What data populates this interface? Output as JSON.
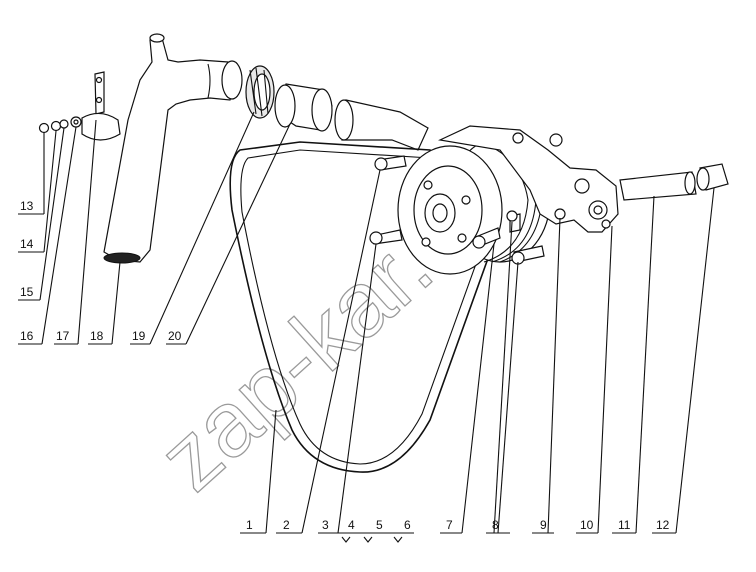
{
  "watermark": "zap-kar.ru",
  "callouts": [
    {
      "id": "13",
      "text": "13"
    },
    {
      "id": "14",
      "text": "14"
    },
    {
      "id": "15",
      "text": "15"
    },
    {
      "id": "16",
      "text": "16"
    },
    {
      "id": "17",
      "text": "17"
    },
    {
      "id": "18",
      "text": "18"
    },
    {
      "id": "19",
      "text": "19"
    },
    {
      "id": "20",
      "text": "20"
    },
    {
      "id": "1",
      "text": "1"
    },
    {
      "id": "2",
      "text": "2"
    },
    {
      "id": "3",
      "text": "3"
    },
    {
      "id": "4",
      "text": "4"
    },
    {
      "id": "5",
      "text": "5"
    },
    {
      "id": "6",
      "text": "6"
    },
    {
      "id": "7",
      "text": "7"
    },
    {
      "id": "8",
      "text": "8"
    },
    {
      "id": "9",
      "text": "9"
    },
    {
      "id": "10",
      "text": "10"
    },
    {
      "id": "11",
      "text": "11"
    },
    {
      "id": "12",
      "text": "12"
    }
  ]
}
